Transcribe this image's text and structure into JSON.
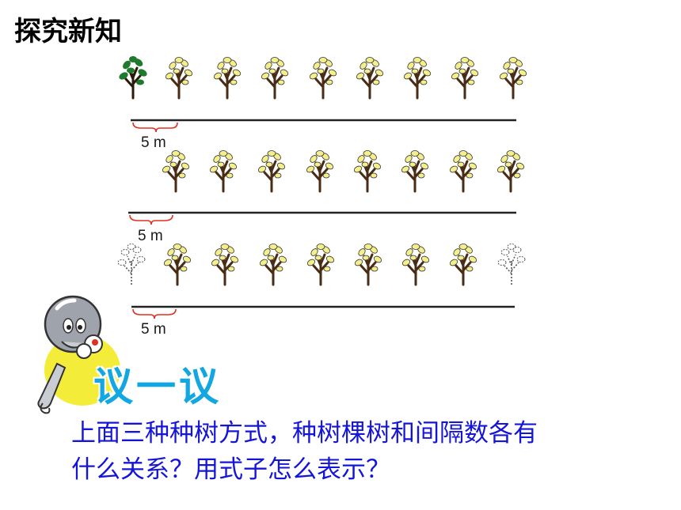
{
  "page": {
    "title": "探究新知"
  },
  "rows": [
    {
      "distance_label": "5 m",
      "first_tree": "green",
      "last_tree": "yellow",
      "tree_count": 9
    },
    {
      "distance_label": "5 m",
      "first_tree": "none",
      "last_tree": "yellow",
      "tree_count": 8
    },
    {
      "distance_label": "5 m",
      "first_tree": "dotted",
      "last_tree": "dotted",
      "tree_count": 9
    }
  ],
  "discussion": {
    "label": "议一议",
    "question_line1": "上面三种种树方式，种树棵树和间隔数各有",
    "question_line2": "什么关系？用式子怎么表示？"
  },
  "colors": {
    "title": "#000000",
    "question": "#1515d8",
    "discuss_label": "#12a7e0",
    "brace": "#e03020",
    "leaf_yellow": "#f4ef8a",
    "leaf_green": "#1f7a2e",
    "trunk": "#4a2b14",
    "halo": "#f3ed3a"
  }
}
